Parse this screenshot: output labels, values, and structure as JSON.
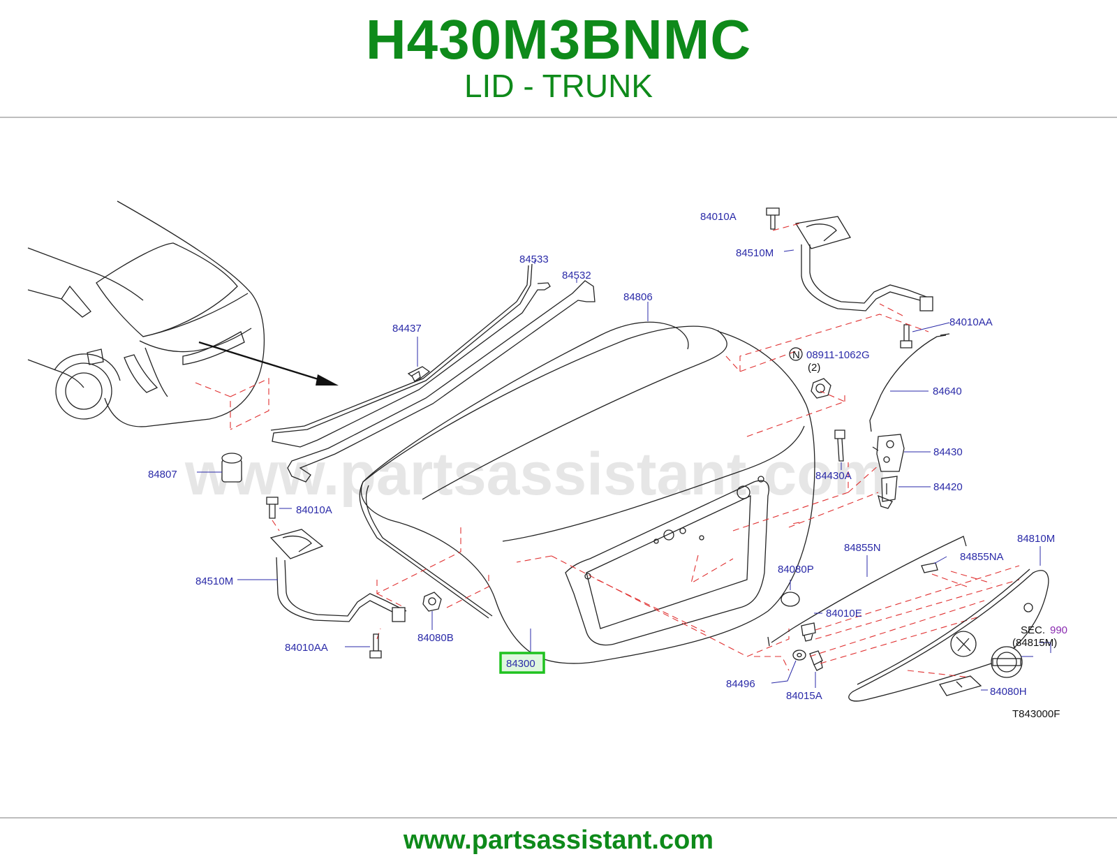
{
  "header": {
    "part_number": "H430M3BNMC",
    "subtitle": "LID - TRUNK"
  },
  "diagram": {
    "watermark": "www.partsassistant.com",
    "drawing_code": "T843000F",
    "highlight_color": "#1fc21f",
    "label_color": "#2a2aa8",
    "callout_color": "#e03030",
    "labels": {
      "l84010A_top": "84010A",
      "l84510M_right": "84510M",
      "l84533": "84533",
      "l84532": "84532",
      "l84806": "84806",
      "l84437": "84437",
      "l84010AA_right": "84010AA",
      "l08911": "08911-1062G",
      "l08911_n": "N",
      "l08911_qty": "(2)",
      "l84640": "84640",
      "l84430": "84430",
      "l84430A": "84430A",
      "l84420": "84420",
      "l84807": "84807",
      "l84010A_left": "84010A",
      "l84510M_left": "84510M",
      "l84010AA_left": "84010AA",
      "l84080B": "84080B",
      "l84300": "84300",
      "l84855N": "84855N",
      "l84855NA": "84855NA",
      "l84810M": "84810M",
      "l84080P": "84080P",
      "l84010E": "84010E",
      "l84496": "84496",
      "l84015A": "84015A",
      "l84080H": "84080H",
      "sec_prefix": "SEC.",
      "sec_number": "990",
      "sec_ref": "(84815M)"
    }
  },
  "footer": {
    "url": "www.partsassistant.com"
  }
}
